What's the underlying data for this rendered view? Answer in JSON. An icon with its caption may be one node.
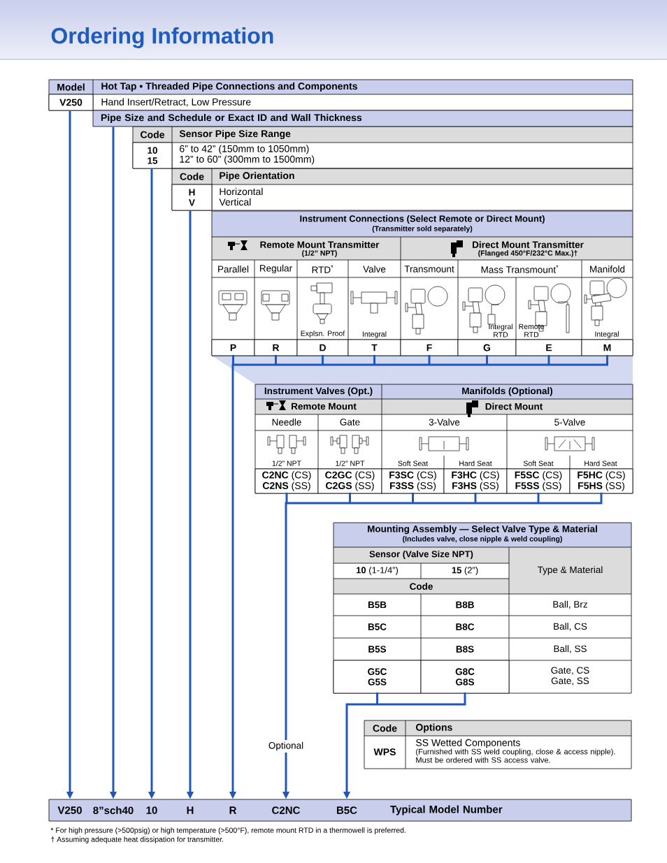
{
  "diagram": {
    "title": "Ordering Information",
    "nodes": [
      {
        "text": [
          "V250"
        ]
      },
      {
        "text": [
          "Pipe Size and Schedule or Exact ID and Wall Thickness"
        ]
      },
      {
        "text": [
          "10",
          "15"
        ]
      },
      {
        "text": [
          "H",
          "V"
        ]
      },
      {
        "text": [
          "P"
        ]
      },
      {
        "text": [
          "R"
        ]
      },
      {
        "text": [
          "D"
        ]
      },
      {
        "text": [
          "T"
        ]
      },
      {
        "text": [
          "F"
        ]
      },
      {
        "text": [
          "G"
        ]
      },
      {
        "text": [
          "E"
        ]
      },
      {
        "text": [
          "M"
        ]
      },
      {
        "text": [
          "**C2NC** (CS)",
          "**C2NS** (SS)"
        ]
      },
      {
        "text": [
          "**C2GC** (CS)",
          "**C2GS** (SS)"
        ]
      },
      {
        "text": [
          "**F3SC** (CS)",
          "**F3SS** (SS)"
        ]
      },
      {
        "text": [
          "**F3HC** (CS)",
          "**F3HS** (SS)"
        ]
      },
      {
        "text": [
          "**F5SC** (CS)",
          "**F5SS** (SS)"
        ]
      },
      {
        "text": [
          "**F5HC** (CS)",
          "**F5HS** (SS)"
        ]
      },
      {
        "text": [
          "G5C",
          "G5S"
        ]
      },
      {
        "text": [
          "G8C",
          "G8S"
        ]
      },
      {
        "text": [
          "Typical Model Number"
        ]
      },
      {
        "text": [
          "V250"
        ],
        "in": 20
      },
      {
        "text": [
          "8”sch40"
        ],
        "in": 20
      },
      {
        "text": [
          "10"
        ],
        "in": 20
      },
      {
        "text": [
          "H"
        ],
        "in": 20
      },
      {
        "text": [
          "R"
        ],
        "in": 20
      },
      {
        "text": [
          "C2NC"
        ],
        "in": 20
      },
      {
        "text": [
          "B5C"
        ],
        "in": 20
      }
    ],
    "edges": [
      {
        "from": 0,
        "to": 21,
        "arrow": "to"
      },
      {
        "from": 1,
        "to": 22,
        "arrow": "to"
      },
      {
        "from": 2,
        "to": 23,
        "arrow": "to"
      },
      {
        "from": 3,
        "to": 24,
        "arrow": "to"
      },
      {
        "from": 4,
        "to": 25,
        "arrow": "to"
      },
      {
        "from": 5,
        "to": 25,
        "arrow": "to"
      },
      {
        "from": 6,
        "to": 25,
        "arrow": "to"
      },
      {
        "from": 7,
        "to": 25,
        "arrow": "to"
      },
      {
        "from": 8,
        "to": 25,
        "arrow": "to"
      },
      {
        "from": 9,
        "to": 25,
        "arrow": "to"
      },
      {
        "from": 10,
        "to": 25,
        "arrow": "to"
      },
      {
        "from": 11,
        "to": 25,
        "arrow": "to"
      },
      {
        "from": 12,
        "to": 26,
        "arrow": "to",
        "label": "Optional"
      },
      {
        "from": 13,
        "to": 26,
        "arrow": "to"
      },
      {
        "from": 14,
        "to": 26,
        "arrow": "to"
      },
      {
        "from": 15,
        "to": 26,
        "arrow": "to"
      },
      {
        "from": 16,
        "to": 26,
        "arrow": "to"
      },
      {
        "from": 17,
        "to": 26,
        "arrow": "to"
      },
      {
        "from": 18,
        "to": 27,
        "arrow": "to"
      },
      {
        "from": 19,
        "to": 27,
        "arrow": "to"
      }
    ],
    "labels": [
      "Model",
      "Hot Tap • Threaded Pipe Connections and Components",
      "Hand Insert/Retract, Low Pressure",
      "Code",
      "Sensor Pipe Size Range",
      "6” to 42” (150mm to 1050mm)",
      "12” to 60” (300mm to 1500mm)",
      "Code",
      "Pipe Orientation",
      "Horizontal",
      "Vertical",
      "Instrument Connections (Select Remote or Direct Mount)",
      "(Transmitter sold separately)",
      "Remote Mount Transmitter",
      "(1/2” NPT)",
      "Direct Mount Transmitter",
      "(Flanged 450°F/232°C Max.)†",
      "Parallel",
      "Regular",
      "RTD$^{*}$",
      "Valve",
      "Transmount",
      "Mass Transmount$^{*}$",
      "Manifold",
      "Explsn. Proof",
      "Integral",
      "Integral RTD",
      "Remote RTD",
      "Integral",
      "Instrument Valves (Opt.)",
      "Manifolds (Optional)",
      "Remote Mount",
      "Direct Mount",
      "Needle",
      "Gate",
      "3-Valve",
      "5-Valve",
      "1/2” NPT",
      "1/2” NPT",
      "Soft Seat",
      "Hard Seat",
      "Soft Seat",
      "Hard Seat",
      "Mounting Assembly — Select Valve Type & Material",
      "(Includes valve, close nipple & weld coupling)",
      "Sensor (Valve Size NPT)",
      "**10** (1-1/4”)",
      "**15** (2”)",
      "Type & Material",
      "Code",
      "B5B",
      "B8B",
      "Ball, Brz",
      "B5C",
      "B8C",
      "Ball, CS",
      "B5S",
      "B8S",
      "Ball, SS",
      "Gate, CS",
      "Gate, SS",
      "Code",
      "Options",
      "WPS",
      "SS Wetted Components",
      "(Furnished with SS weld coupling, close & access nipple). Must be ordered with SS access valve.",
      "* For high pressure (>500psig) or high temperature (>500°F), remote mount RTD in a thermowell is preferred.",
      "† Assuming adequate heat dissipation for transmitter."
    ]
  }
}
